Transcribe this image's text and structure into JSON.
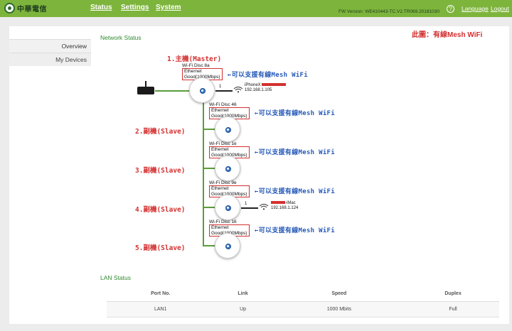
{
  "header": {
    "logo_text": "中華電信",
    "nav": [
      "Status",
      "Settings",
      "System"
    ],
    "fw_version": "FW Version: WE410443-TC.V2.TR069.20181030",
    "help_icon": "?",
    "language": "Language",
    "logout": "Logout"
  },
  "sidebar": {
    "items": [
      "Overview",
      "My Devices"
    ]
  },
  "network": {
    "title": "Network Status",
    "note": "此圖：有線Mesh WiFi",
    "master_label": "1.主機(Master)",
    "annotation": "←可以支援有線Mesh WiFi",
    "nodes": [
      {
        "name": "Wi-Fi Disc 8a",
        "link": "Ethernet",
        "speed": "Good(1000Mbps)"
      },
      {
        "name": "Wi-Fi Disc 46",
        "link": "Ethernet",
        "speed": "Good(1000Mbps)",
        "role": "2.副機(Slave)"
      },
      {
        "name": "Wi-Fi Disc 1e",
        "link": "Ethernet",
        "speed": "Good(1000Mbps)",
        "role": "3.副機(Slave)"
      },
      {
        "name": "Wi-Fi Disc 9e",
        "link": "Ethernet",
        "speed": "Good(1000Mbps)",
        "role": "4.副機(Slave)"
      },
      {
        "name": "Wi-Fi Disc 16",
        "link": "Ethernet",
        "speed": "Good(1000Mbps)",
        "role": "5.副機(Slave)"
      }
    ],
    "clients": [
      {
        "count": "1",
        "name": "iPhoneX",
        "ip": "192.168.1.105"
      },
      {
        "count": "1",
        "name": "-iMac",
        "ip": "192.168.1.124"
      }
    ]
  },
  "lan": {
    "title": "LAN Status",
    "headers": [
      "Port No.",
      "Link",
      "Speed",
      "Duplex"
    ],
    "rows": [
      [
        "LAN1",
        "Up",
        "1000 Mbits",
        "Full"
      ]
    ]
  },
  "colors": {
    "topbar": "#7db43c",
    "accent_green": "#2f8a2f",
    "annotation_red": "#d43030",
    "annotation_blue": "#2559b8"
  }
}
